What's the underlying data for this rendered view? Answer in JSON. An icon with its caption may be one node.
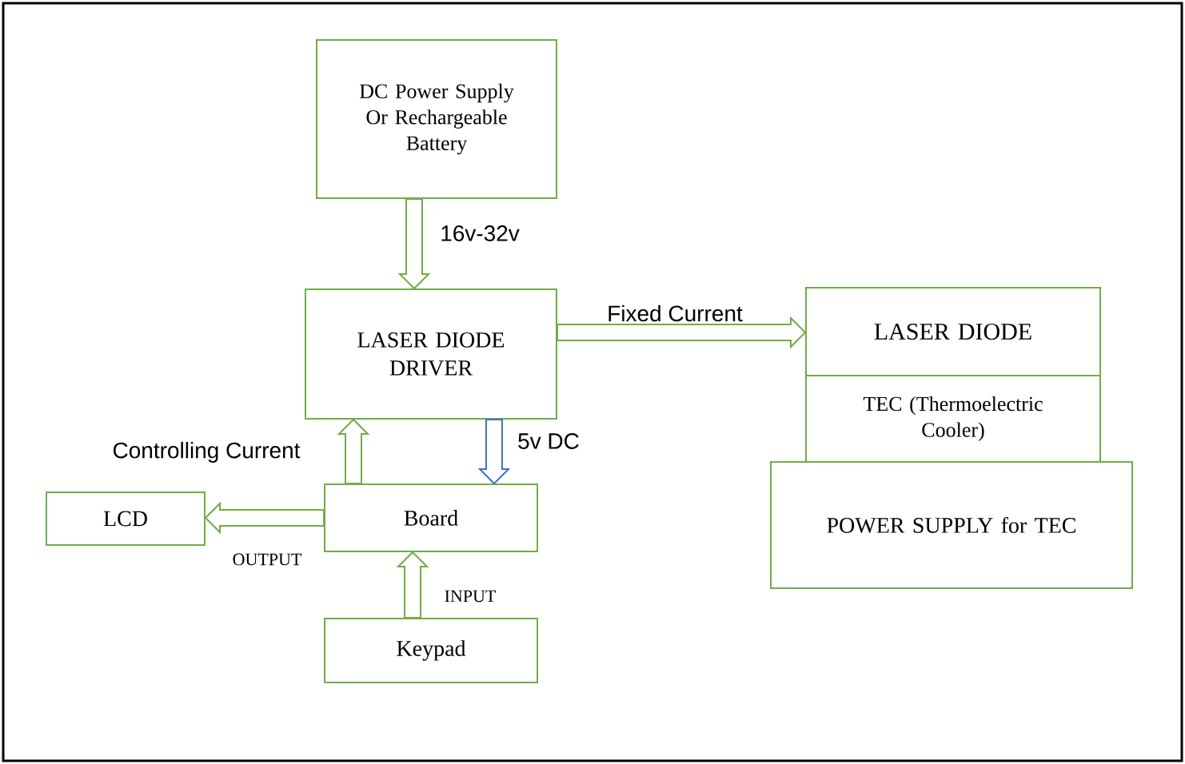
{
  "diagram": {
    "nodes": [
      {
        "text": [
          "DC Power Supply Or Rechargeable Battery"
        ]
      },
      {
        "text": [
          "LASER DIODE DRIVER"
        ]
      },
      {
        "text": [
          "LASER DIODE"
        ]
      },
      {
        "text": [
          "TEC (Thermoelectric Cooler)"
        ]
      },
      {
        "text": [
          "POWER SUPPLY for TEC"
        ]
      },
      {
        "text": [
          "LCD"
        ]
      },
      {
        "text": [
          "Board"
        ]
      },
      {
        "text": [
          "Keypad"
        ]
      }
    ],
    "edges": [
      {
        "from": 0,
        "to": 1,
        "arrow": "to",
        "label": "16v-32v"
      },
      {
        "from": 1,
        "to": 2,
        "arrow": "to",
        "label": "Fixed Current"
      },
      {
        "from": 6,
        "to": 1,
        "arrow": "to",
        "label": "Controlling Current"
      },
      {
        "from": 1,
        "to": 6,
        "arrow": "to",
        "label": "5v DC",
        "color": "#4472c4"
      },
      {
        "from": 6,
        "to": 5,
        "arrow": "to",
        "label": "OUTPUT"
      },
      {
        "from": 7,
        "to": 6,
        "arrow": "to",
        "label": "INPUT"
      }
    ]
  }
}
